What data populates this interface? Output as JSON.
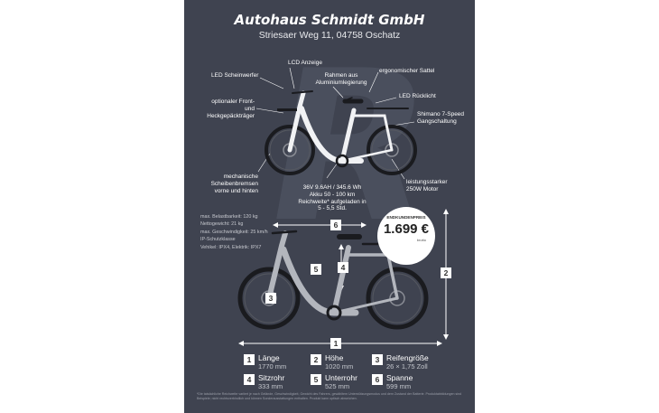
{
  "header": {
    "title": "Autohaus Schmidt GmbH",
    "address": "Striesaer Weg 11, 04758 Oschatz"
  },
  "features": {
    "lcd": "LCD Anzeige",
    "scheinwerfer": "LED Scheinwerfer",
    "rahmen": "Rahmen aus Aluminiumlegierung",
    "sattel": "ergonomischer Sattel",
    "ruecklicht": "LED Rücklicht",
    "gepaeck": "optionaler Front- und Heckgepäckträger",
    "schaltung": "Shimano 7-Speed Gangschaltung",
    "bremsen": "mechanische Scheibenbremsen vorne und hinten",
    "motor": "leistungsstarker 250W Motor",
    "akku": "36V 9.6AH / 345.6 Wh Akku 50 - 100 km Reichweite* aufgeladen in 5 - 5,5 Std."
  },
  "specs": [
    "max. Belastbarkeit: 120 kg",
    "Nettogewicht: 21 kg",
    "max. Geschwindigkeit: 25 km/h",
    "IP-Schutzklasse",
    "Vehikel: IPX4, Elektrik: IPX7"
  ],
  "price": {
    "label": "ENDKUNDENPREIS",
    "value": "1.699 €",
    "note": "brutto"
  },
  "dimension_markers": [
    "1",
    "2",
    "3",
    "4",
    "5",
    "6"
  ],
  "dimensions": [
    {
      "num": "1",
      "title": "Länge",
      "value": "1770 mm"
    },
    {
      "num": "2",
      "title": "Höhe",
      "value": "1020 mm"
    },
    {
      "num": "3",
      "title": "Reifengröße",
      "value": "26 × 1,75 Zoll"
    },
    {
      "num": "4",
      "title": "Sitzrohr",
      "value": "333 mm"
    },
    {
      "num": "5",
      "title": "Unterrohr",
      "value": "525 mm"
    },
    {
      "num": "6",
      "title": "Spanne",
      "value": "599 mm"
    }
  ],
  "footnote": "*Die tatsächliche Reichweite variiert je nach Gelände, Geschwindigkeit, Gewicht des Fahrers, gewähltem Unterstützungsmodus und dem Zustand der Batterie. Produktabbildungen sind Beispiele; nicht rechtsverbindlich und können Sonderausstattungen enthalten. Produkt kann optisch abweichen.",
  "colors": {
    "poster_bg": "#3f4350",
    "text": "#ffffff",
    "frame_white": "#f1f2f4",
    "frame_silver": "#b3b6bd"
  }
}
